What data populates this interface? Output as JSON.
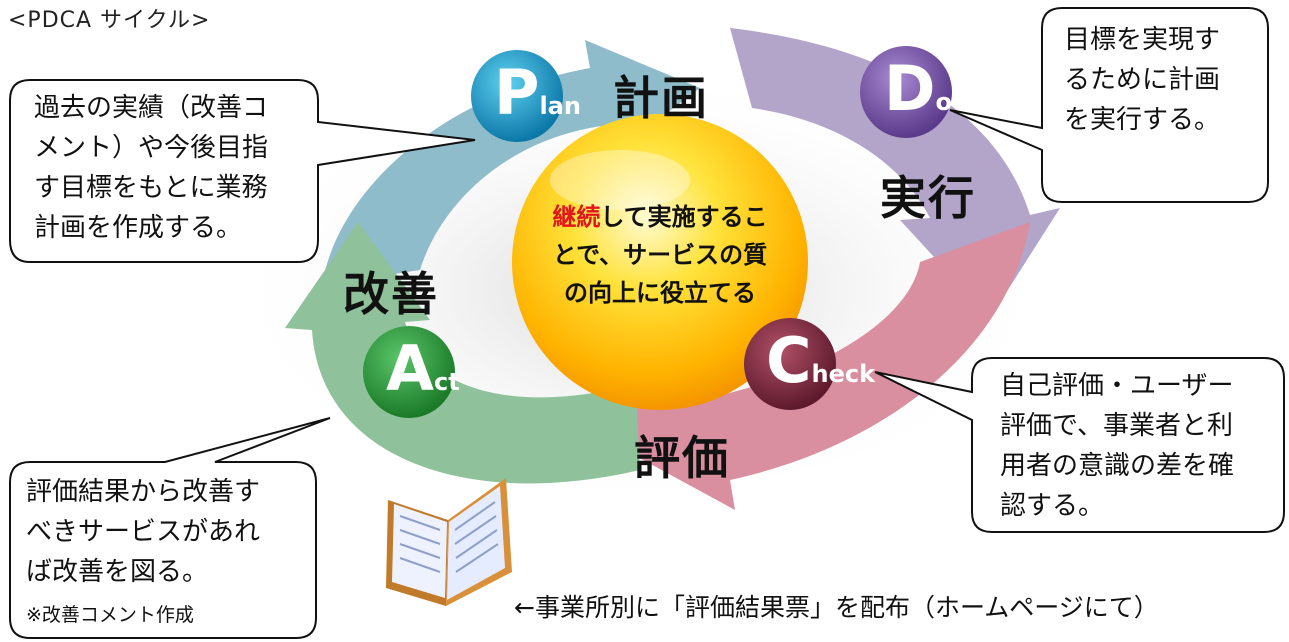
{
  "title": "<PDCA サイクル>",
  "phases": {
    "plan": {
      "letter": "P",
      "rest": "lan",
      "label": "計画",
      "color": "#1a9ac4"
    },
    "do": {
      "letter": "D",
      "rest": "o",
      "label": "実行",
      "color": "#7b5aa6"
    },
    "check": {
      "letter": "C",
      "rest": "heck",
      "label": "評価",
      "color": "#8a2f45"
    },
    "act": {
      "letter": "A",
      "rest": "ct",
      "label": "改善",
      "color": "#2f9a3a"
    }
  },
  "center": {
    "accent": "継続",
    "text": "して実施するこ\nとで、サービスの質\nの向上に役立てる"
  },
  "callouts": {
    "plan": "過去の実績（改善コ\nメント）や今後目指\nす目標をもとに業務\n計画を作成する。",
    "do": "目標を実現す\nるために計画\nを実行する。",
    "check": "自己評価・ユーザー\n評価で、事業者と利\n用者の意識の差を確\n認する。",
    "act": "評価結果から改善す\nべきサービスがあれ\nば改善を図る。",
    "act_note": "※改善コメント作成"
  },
  "footer": "←事業所別に「評価結果票」を配布（ホームページにて）",
  "arrow_colors": {
    "plan": "#8fbccb",
    "do": "#b3a4c9",
    "check": "#d98fa0",
    "act": "#8fc29a"
  }
}
